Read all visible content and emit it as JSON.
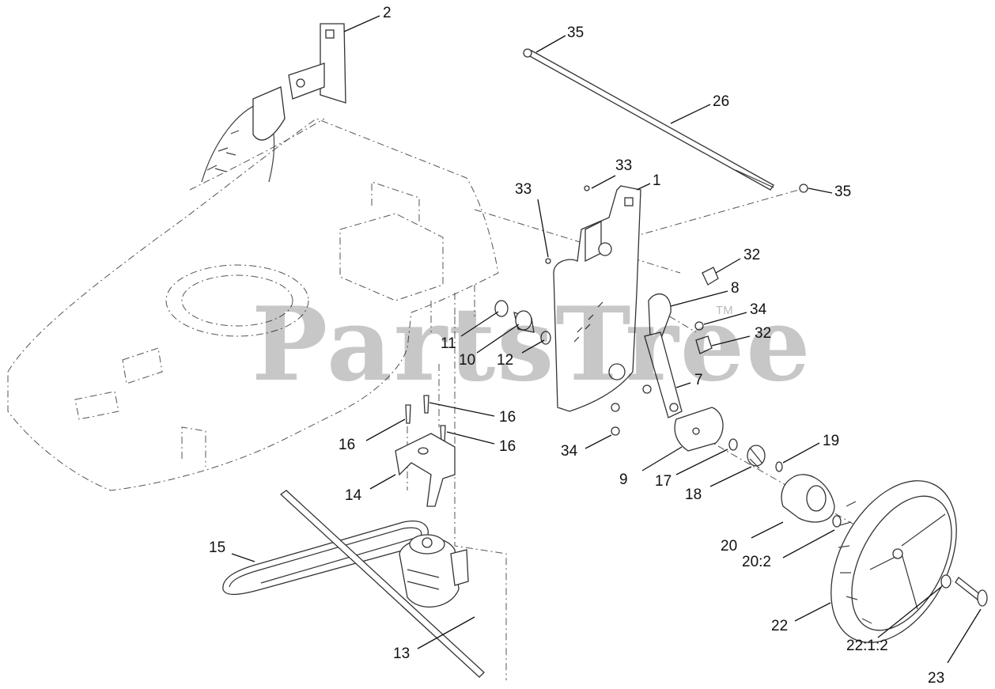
{
  "watermark": {
    "text": "PartsTree",
    "trademark": "TM"
  },
  "callouts": [
    {
      "id": "c2a",
      "label": "2"
    },
    {
      "id": "c35a",
      "label": "35"
    },
    {
      "id": "c26",
      "label": "26"
    },
    {
      "id": "c33a",
      "label": "33"
    },
    {
      "id": "c1",
      "label": "1"
    },
    {
      "id": "c33b",
      "label": "33"
    },
    {
      "id": "c35b",
      "label": "35"
    },
    {
      "id": "c32a",
      "label": "32"
    },
    {
      "id": "c8",
      "label": "8"
    },
    {
      "id": "c34a",
      "label": "34"
    },
    {
      "id": "c32b",
      "label": "32"
    },
    {
      "id": "c11",
      "label": "11"
    },
    {
      "id": "c10",
      "label": "10"
    },
    {
      "id": "c12",
      "label": "12"
    },
    {
      "id": "c7",
      "label": "7"
    },
    {
      "id": "c16a",
      "label": "16"
    },
    {
      "id": "c16b",
      "label": "16"
    },
    {
      "id": "c16c",
      "label": "16"
    },
    {
      "id": "c34b",
      "label": "34"
    },
    {
      "id": "c19",
      "label": "19"
    },
    {
      "id": "c9",
      "label": "9"
    },
    {
      "id": "c17",
      "label": "17"
    },
    {
      "id": "c18",
      "label": "18"
    },
    {
      "id": "c14",
      "label": "14"
    },
    {
      "id": "c15",
      "label": "15"
    },
    {
      "id": "c20",
      "label": "20"
    },
    {
      "id": "c20_2",
      "label": "20:2"
    },
    {
      "id": "c22",
      "label": "22"
    },
    {
      "id": "c22_1_2",
      "label": "22:1:2"
    },
    {
      "id": "c13",
      "label": "13"
    },
    {
      "id": "c23",
      "label": "23"
    }
  ]
}
